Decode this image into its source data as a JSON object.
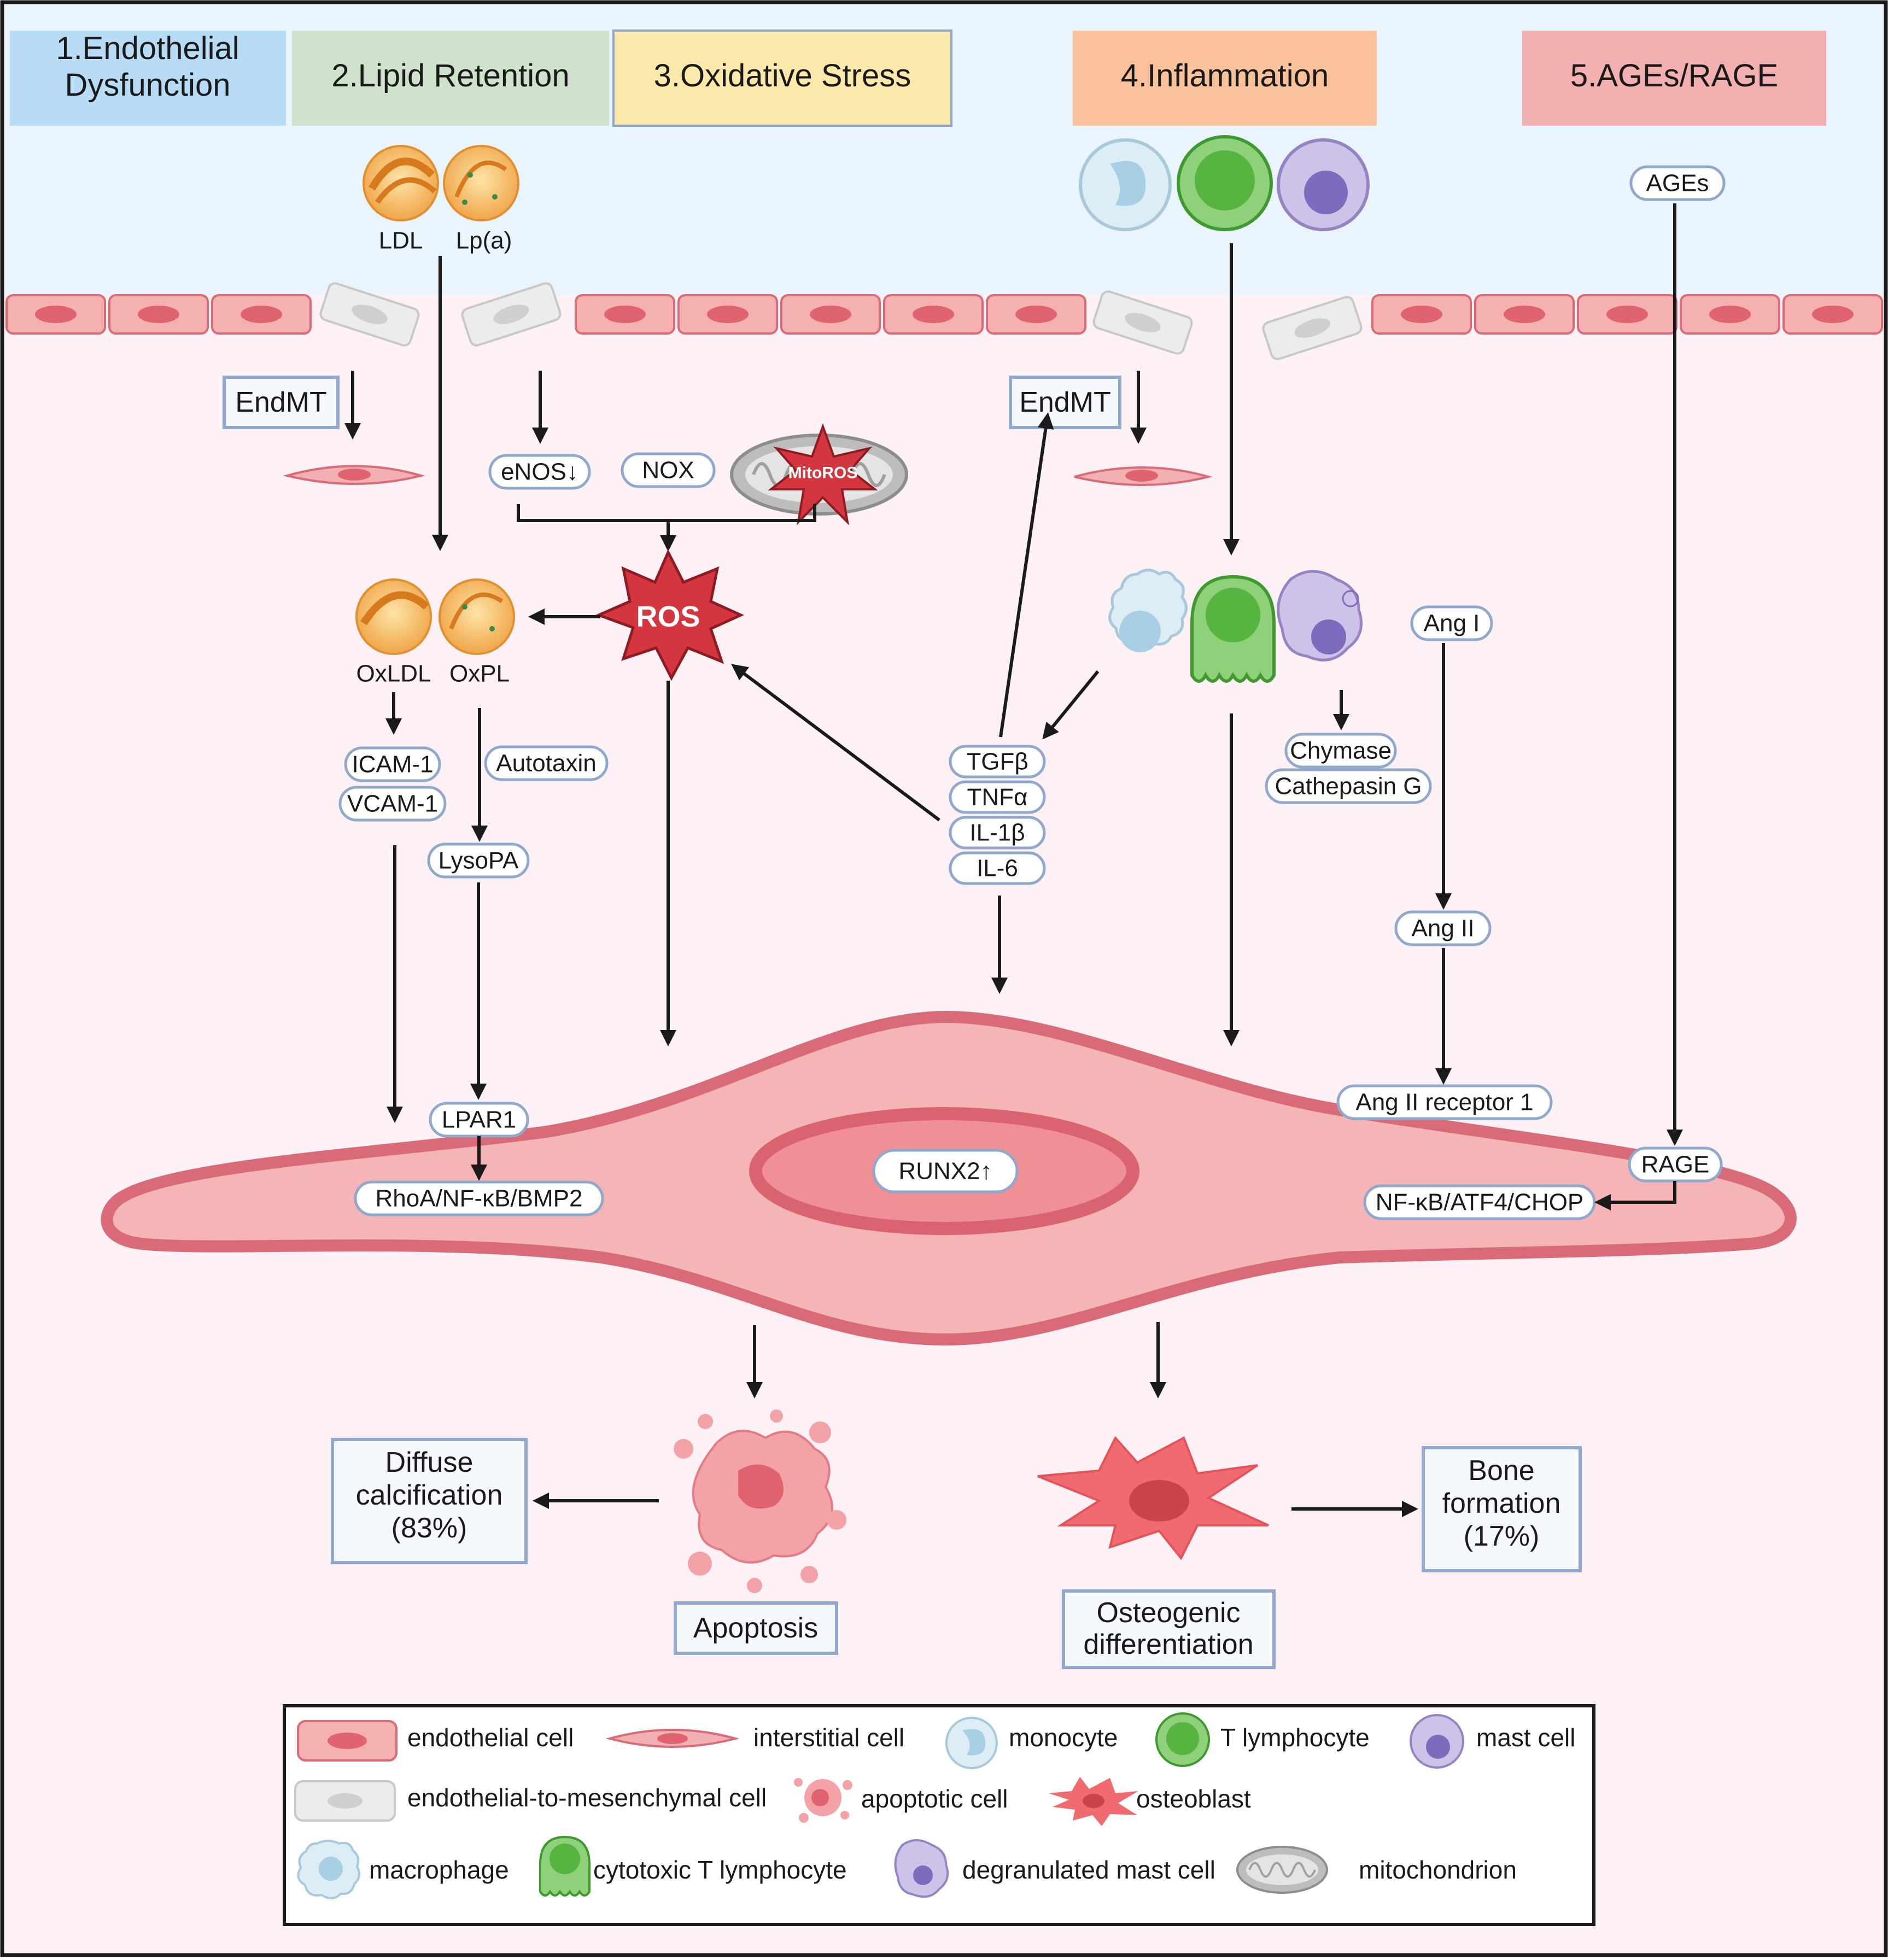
{
  "headers": [
    {
      "line1": "1.Endothelial",
      "line2": "Dysfunction",
      "color": "#b8dcf5"
    },
    {
      "line1": "2.Lipid Retention",
      "color": "#cfe3cc"
    },
    {
      "line1": "3.Oxidative Stress",
      "color": "#fbe8aa"
    },
    {
      "line1": "4.Inflammation",
      "color": "#f9c29a"
    },
    {
      "line1": "5.AGEs/RAGE",
      "color": "#f3b0b0"
    }
  ],
  "lipid": {
    "ldl": "LDL",
    "lpa": "Lp(a)",
    "oxldl": "OxLDL",
    "oxpl": "OxPL"
  },
  "oxidative": {
    "enos": "eNOS↓",
    "nox": "NOX",
    "mitoros": "MitoROS",
    "ros": "ROS"
  },
  "endmt": {
    "left": "EndMT",
    "right": "EndMT"
  },
  "adhesion": {
    "icam": "ICAM-1",
    "vcam": "VCAM-1"
  },
  "lyso": {
    "autotaxin": "Autotaxin",
    "lysopa": "LysoPA",
    "lpar1": "LPAR1",
    "rhoa": "RhoA/NF-κB/BMP2"
  },
  "cytokines": [
    "TGFβ",
    "TNFα",
    "IL-1β",
    "IL-6"
  ],
  "mast": {
    "chymase": "Chymase",
    "cathepsin": "Cathepasin G"
  },
  "ang": {
    "ang1": "Ang I",
    "ang2": "Ang II",
    "receptor": "Ang II receptor 1"
  },
  "ages": {
    "ages": "AGEs",
    "rage": "RAGE",
    "pathway": "NF-κB/ATF4/CHOP"
  },
  "runx2": "RUNX2↑",
  "outcomes": {
    "diffuse": [
      "Diffuse",
      "calcification",
      "(83%)"
    ],
    "apoptosis": "Apoptosis",
    "osteogenic": [
      "Osteogenic",
      "differentiation"
    ],
    "bone": [
      "Bone",
      "formation",
      "(17%)"
    ]
  },
  "legend": [
    {
      "label": "endothelial cell",
      "icon": "endothelial-cell-icon"
    },
    {
      "label": "interstitial cell",
      "icon": "interstitial-cell-icon"
    },
    {
      "label": "monocyte",
      "icon": "monocyte-icon"
    },
    {
      "label": "T lymphocyte",
      "icon": "t-lymphocyte-icon"
    },
    {
      "label": "mast cell",
      "icon": "mast-cell-icon"
    },
    {
      "label": "endothelial-to-mesenchymal cell",
      "icon": "endmt-cell-icon"
    },
    {
      "label": "apoptotic cell",
      "icon": "apoptotic-cell-icon"
    },
    {
      "label": "osteoblast",
      "icon": "osteoblast-icon"
    },
    {
      "label": "macrophage",
      "icon": "macrophage-icon"
    },
    {
      "label": "cytotoxic T lymphocyte",
      "icon": "cytotoxic-t-lymphocyte-icon"
    },
    {
      "label": "degranulated mast cell",
      "icon": "degranulated-mast-cell-icon"
    },
    {
      "label": "mitochondrion",
      "icon": "mitochondrion-icon"
    }
  ],
  "colors": {
    "lumen": "#eaf4fc",
    "tissue": "#fdf1f6",
    "cell": "#f5b4b6",
    "cellBorder": "#d96b78",
    "pillStroke": "#8fa8cc",
    "ros": "#d4363f"
  }
}
